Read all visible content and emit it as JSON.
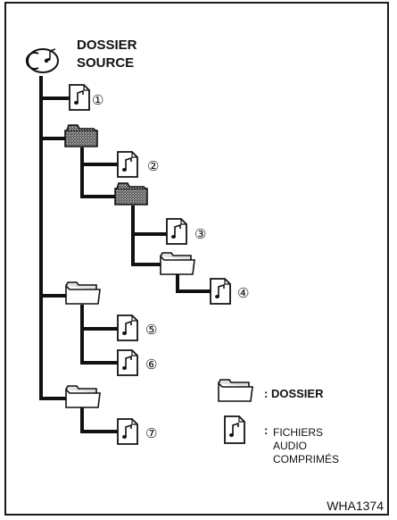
{
  "root": {
    "label_line1": "DOSSIER",
    "label_line2": "SOURCE",
    "icon": "disc-music-icon"
  },
  "tree": {
    "files": [
      {
        "number": "①",
        "icon": "audio-file-icon"
      },
      {
        "number": "②",
        "icon": "audio-file-icon"
      },
      {
        "number": "③",
        "icon": "audio-file-icon"
      },
      {
        "number": "④",
        "icon": "audio-file-icon"
      },
      {
        "number": "⑤",
        "icon": "audio-file-icon"
      },
      {
        "number": "⑥",
        "icon": "audio-file-icon"
      },
      {
        "number": "⑦",
        "icon": "audio-file-icon"
      }
    ],
    "folders_icon": "folder-icon"
  },
  "legend": {
    "folder_label": ": DOSSIER",
    "file_label_colon": ":",
    "file_label_line1": "FICHIERS",
    "file_label_line2": "AUDIO",
    "file_label_line3": "COMPRIMÉS"
  },
  "figure_id": "WHA1374"
}
